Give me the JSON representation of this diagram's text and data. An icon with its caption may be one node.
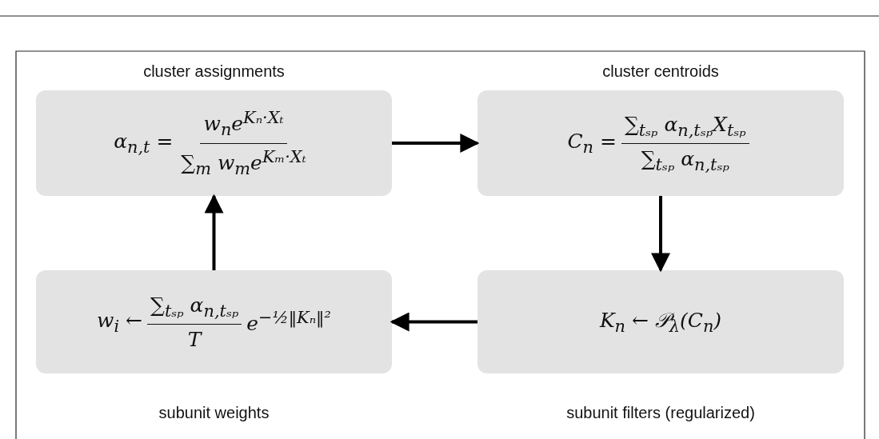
{
  "diagram": {
    "nodes": [
      {
        "text": [
          "cluster assignments",
          "α$_{n,t}$ =",
          "w$_{n}$e$^{Kₙ·Xₜ}$",
          "∑$_{m}$ w$_{m}$e$^{Kₘ·Xₜ}$"
        ]
      },
      {
        "text": [
          "cluster centroids",
          "C$_{n}$ =",
          "∑$_{tₛₚ}$ α$_{n,tₛₚ}$X$_{tₛₚ}$",
          "∑$_{tₛₚ}$ α$_{n,tₛₚ}$"
        ]
      },
      {
        "text": [
          "w$_{i}$ ←",
          "∑$_{tₛₚ}$ α$_{n,tₛₚ}$",
          "T",
          "e$^{−½‖Kₙ‖²}$",
          "subunit weights"
        ]
      },
      {
        "text": [
          "K$_{n}$ ← 𝒫$_{λ}$(C$_{n}$)",
          "subunit filters (regularized)"
        ]
      }
    ],
    "edges": [
      {
        "from": 0,
        "to": 1,
        "arrow": "to"
      },
      {
        "from": 1,
        "to": 3,
        "arrow": "to"
      },
      {
        "from": 3,
        "to": 2,
        "arrow": "to"
      },
      {
        "from": 2,
        "to": 0,
        "arrow": "to"
      }
    ]
  }
}
